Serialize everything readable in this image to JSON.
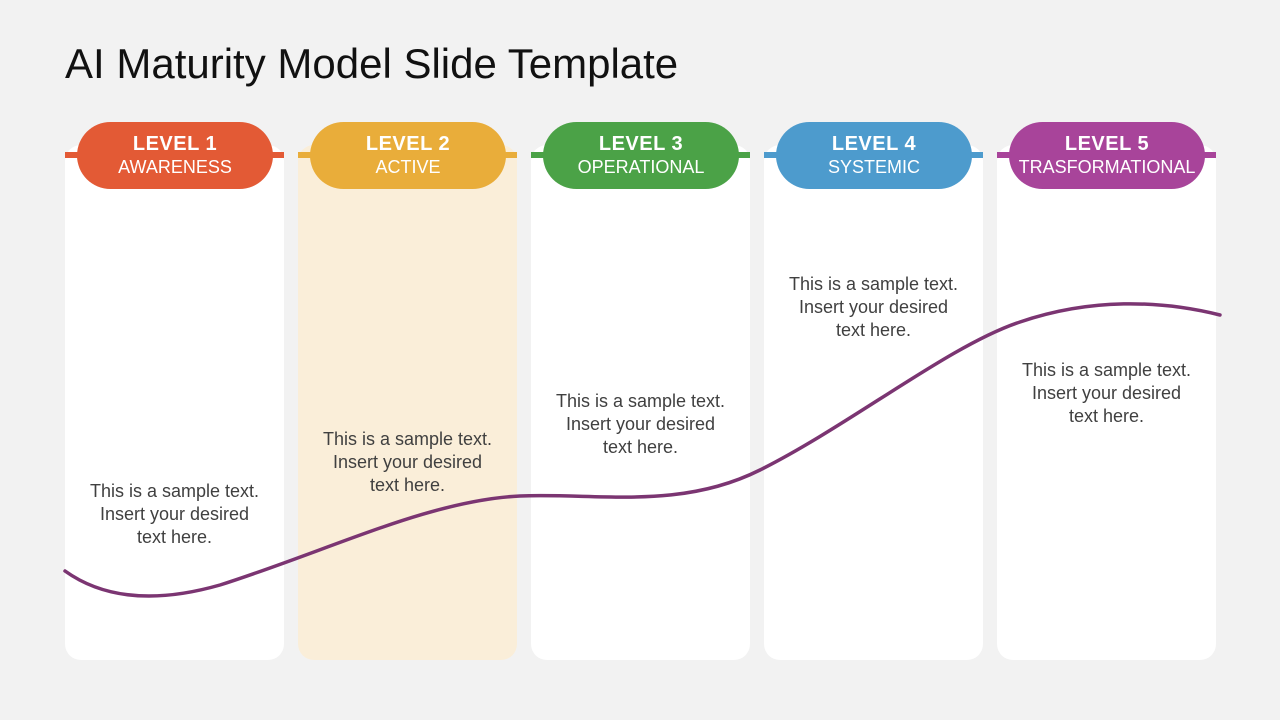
{
  "slide": {
    "title": "AI Maturity Model Slide Template"
  },
  "levels": [
    {
      "label": "LEVEL 1",
      "name": "AWARENESS",
      "color": "#e35a35",
      "highlight": false,
      "text": [
        "This is a sample text.",
        "Insert your desired",
        "text here."
      ]
    },
    {
      "label": "LEVEL 2",
      "name": "ACTIVE",
      "color": "#e9ad3a",
      "highlight": true,
      "text": [
        "This is a sample text.",
        "Insert your desired",
        "text here."
      ]
    },
    {
      "label": "LEVEL 3",
      "name": "OPERATIONAL",
      "color": "#4ba247",
      "highlight": false,
      "text": [
        "This is a sample text.",
        "Insert your desired",
        "text here."
      ]
    },
    {
      "label": "LEVEL 4",
      "name": "SYSTEMIC",
      "color": "#4d9bcd",
      "highlight": false,
      "text": [
        "This is a sample text.",
        "Insert your desired",
        "text here."
      ]
    },
    {
      "label": "LEVEL 5",
      "name": "TRASFORMATIONAL",
      "color": "#a8449a",
      "highlight": false,
      "text": [
        "This is a sample text.",
        "Insert your desired",
        "text here."
      ]
    }
  ],
  "curve": {
    "color": "#7b3572"
  }
}
